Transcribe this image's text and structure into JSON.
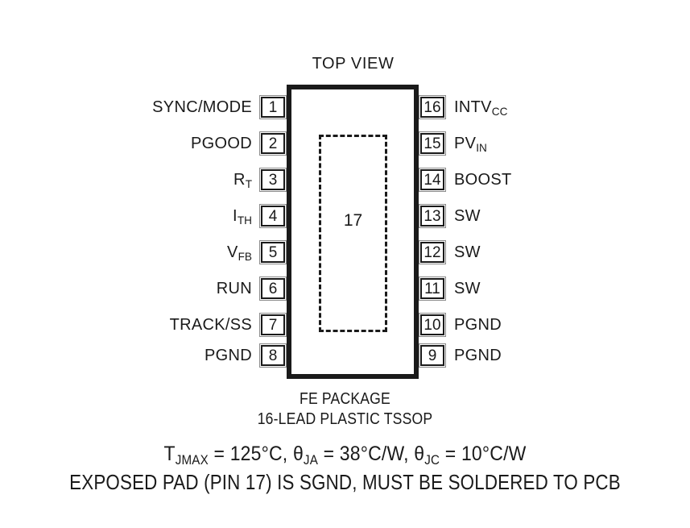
{
  "diagram": {
    "view_label": "TOP VIEW",
    "exposed_pad_number": "17",
    "package_caption_line1": "FE PACKAGE",
    "package_caption_line2": "16-LEAD PLASTIC TSSOP",
    "colors": {
      "background": "#ffffff",
      "outline": "#1a1a1a",
      "pin_box_outer": "#8a8a8a",
      "text": "#1a1a1a"
    }
  },
  "pins": {
    "left": [
      {
        "number": "1",
        "name": "SYNC/MODE",
        "base": "SYNC/MODE",
        "sub": ""
      },
      {
        "number": "2",
        "name": "PGOOD",
        "base": "PGOOD",
        "sub": ""
      },
      {
        "number": "3",
        "name": "RT",
        "base": "R",
        "sub": "T"
      },
      {
        "number": "4",
        "name": "ITH",
        "base": "I",
        "sub": "TH"
      },
      {
        "number": "5",
        "name": "VFB",
        "base": "V",
        "sub": "FB"
      },
      {
        "number": "6",
        "name": "RUN",
        "base": "RUN",
        "sub": ""
      },
      {
        "number": "7",
        "name": "TRACK/SS",
        "base": "TRACK/SS",
        "sub": ""
      },
      {
        "number": "8",
        "name": "PGND",
        "base": "PGND",
        "sub": ""
      }
    ],
    "right": [
      {
        "number": "16",
        "name": "INTVCC",
        "base": "INTV",
        "sub": "CC"
      },
      {
        "number": "15",
        "name": "PVIN",
        "base": "PV",
        "sub": "IN"
      },
      {
        "number": "14",
        "name": "BOOST",
        "base": "BOOST",
        "sub": ""
      },
      {
        "number": "13",
        "name": "SW",
        "base": "SW",
        "sub": ""
      },
      {
        "number": "12",
        "name": "SW",
        "base": "SW",
        "sub": ""
      },
      {
        "number": "11",
        "name": "SW",
        "base": "SW",
        "sub": ""
      },
      {
        "number": "10",
        "name": "PGND",
        "base": "PGND",
        "sub": ""
      },
      {
        "number": "9",
        "name": "PGND",
        "base": "PGND",
        "sub": ""
      }
    ]
  },
  "thermal": {
    "line1": {
      "t_base": "T",
      "t_sub": "JMAX",
      "t_value": " = 125°C, ",
      "theta_ja_base": "θ",
      "theta_ja_sub": "JA",
      "theta_ja_value": " = 38°C/W, ",
      "theta_jc_base": "θ",
      "theta_jc_sub": "JC",
      "theta_jc_value": " = 10°C/W"
    },
    "line2": "EXPOSED PAD (PIN 17) IS SGND, MUST BE SOLDERED TO PCB"
  }
}
